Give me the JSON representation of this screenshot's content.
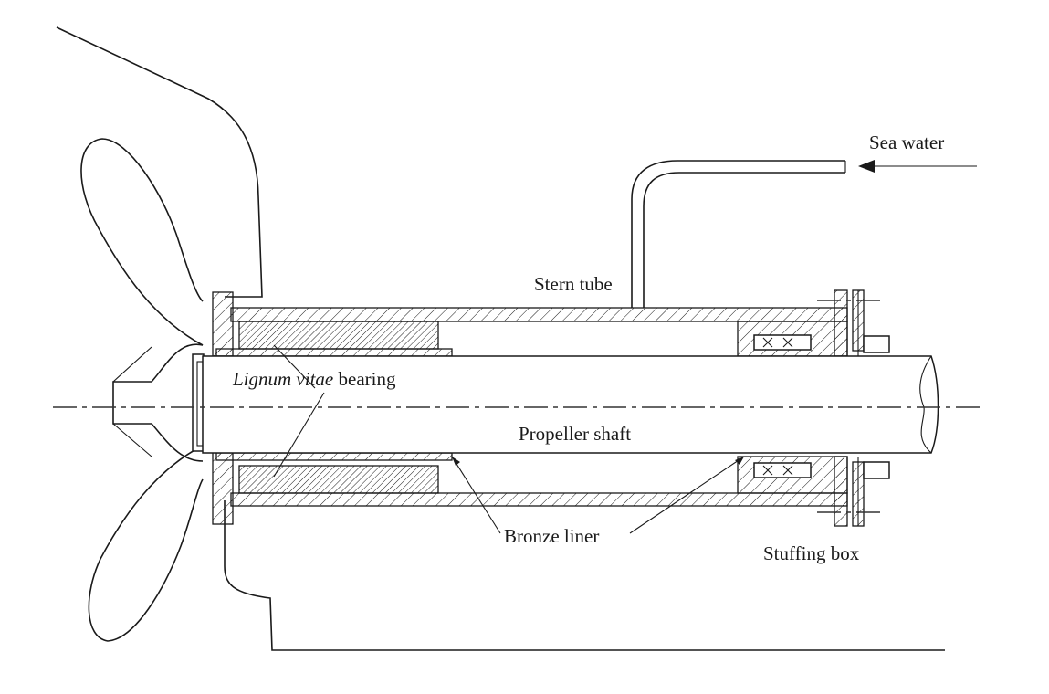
{
  "labels": {
    "sea_water": "Sea water",
    "stern_tube": "Stern tube",
    "bearing_italic": "Lignum vitae",
    "bearing_rest": " bearing",
    "propeller_shaft": "Propeller shaft",
    "bronze_liner": "Bronze liner",
    "stuffing_box": "Stuffing box"
  }
}
